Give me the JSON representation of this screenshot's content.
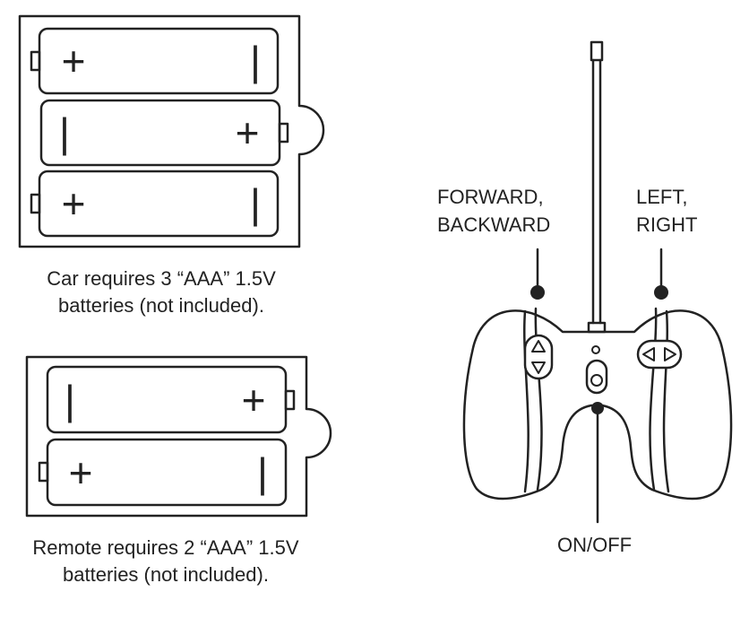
{
  "car_battery_caption": {
    "line1": "Car requires 3 “AAA” 1.5V",
    "line2": "batteries (not included)."
  },
  "remote_battery_caption": {
    "line1": "Remote requires 2 “AAA” 1.5V",
    "line2": "batteries (not included)."
  },
  "remote_labels": {
    "forward_backward": {
      "line1": "FORWARD,",
      "line2": "BACKWARD"
    },
    "left_right": {
      "line1": "LEFT,",
      "line2": "RIGHT"
    },
    "on_off": "ON/OFF"
  },
  "battery_symbols": {
    "positive": "+",
    "negative": "|"
  },
  "colors": {
    "line": "#222222",
    "background": "#ffffff"
  }
}
